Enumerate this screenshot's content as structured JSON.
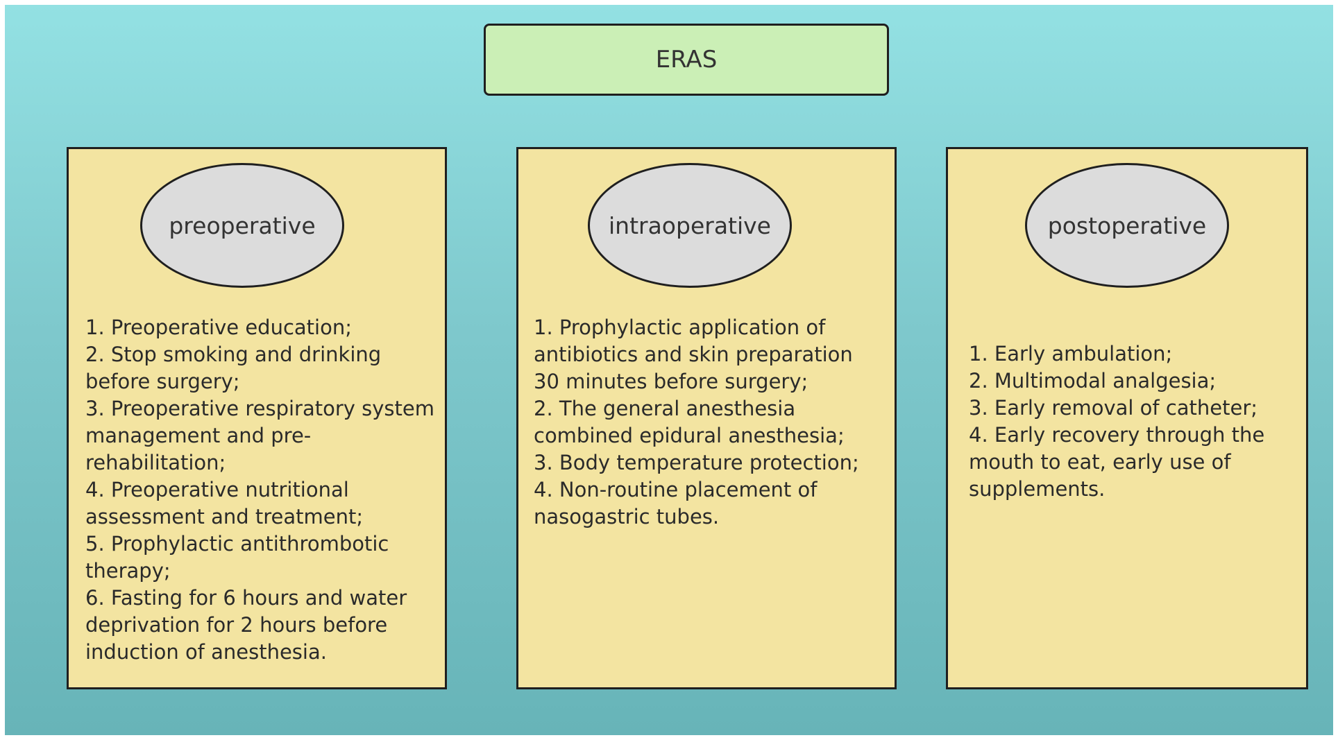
{
  "title": "ERAS",
  "columns": [
    {
      "heading": "preoperative",
      "items": [
        "1. Preoperative education;",
        "2. Stop smoking and drinking before surgery;",
        "3. Preoperative respiratory system management and pre-rehabilitation;",
        "4. Preoperative nutritional assessment and treatment;",
        "5. Prophylactic antithrombotic therapy;",
        "6. Fasting for 6 hours and water deprivation for 2 hours before induction of anesthesia."
      ]
    },
    {
      "heading": "intraoperative",
      "items": [
        "1. Prophylactic application of antibiotics and skin preparation 30 minutes before surgery;",
        "2. The general anesthesia combined epidural anesthesia;",
        "3. Body temperature protection;",
        "4. Non-routine placement of nasogastric tubes."
      ]
    },
    {
      "heading": "postoperative",
      "items": [
        "1. Early ambulation;",
        "2. Multimodal analgesia;",
        "3. Early removal of catheter;",
        "4. Early recovery through the mouth to eat, early use of supplements."
      ]
    }
  ],
  "colors": {
    "background_top": "#93e1e3",
    "background_bottom": "#67b4b8",
    "title_fill": "#cbefb6",
    "column_fill": "#f3e4a1",
    "ellipse_fill": "#dcdcdc",
    "border": "#1f1f1f"
  }
}
